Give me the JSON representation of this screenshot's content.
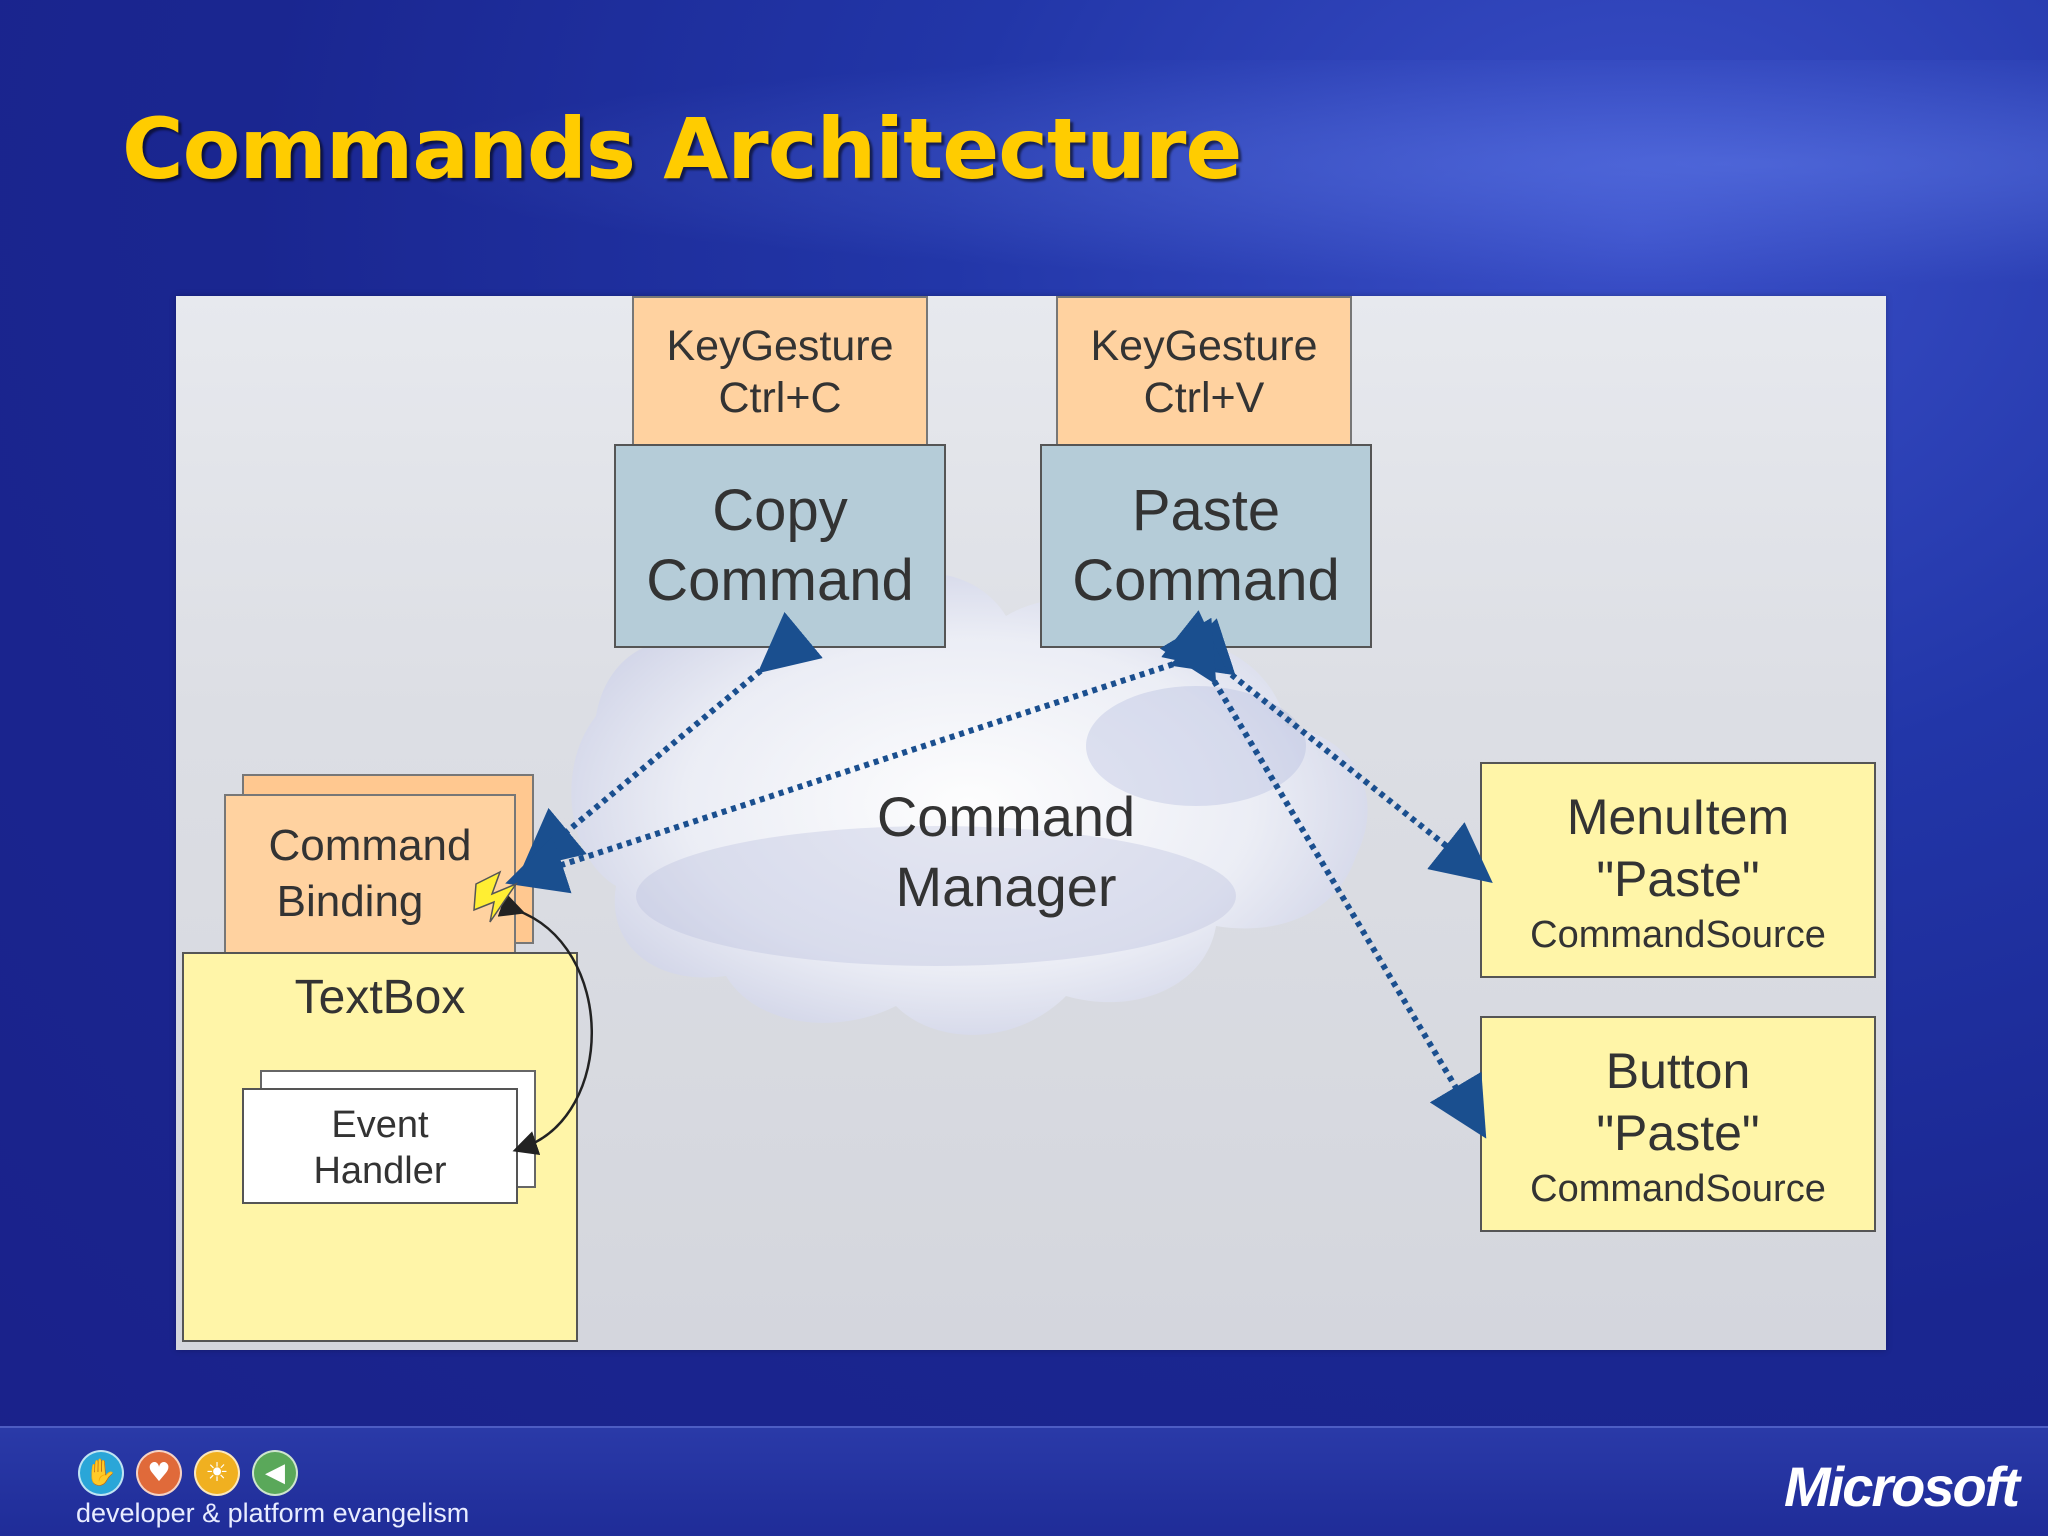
{
  "slide": {
    "title": "Commands Architecture"
  },
  "diagram": {
    "key_copy": {
      "line1": "KeyGesture",
      "line2": "Ctrl+C"
    },
    "key_paste": {
      "line1": "KeyGesture",
      "line2": "Ctrl+V"
    },
    "copy_command": {
      "line1": "Copy",
      "line2": "Command"
    },
    "paste_command": {
      "line1": "Paste",
      "line2": "Command"
    },
    "command_manager": {
      "line1": "Command",
      "line2": "Manager"
    },
    "command_binding": {
      "line1": "Command",
      "line2": "Binding"
    },
    "textbox": "TextBox",
    "event_handler": {
      "line1": "Event",
      "line2": "Handler"
    },
    "menuitem_source": {
      "line1": "MenuItem",
      "line2": "\"Paste\"",
      "line3": "CommandSource"
    },
    "button_source": {
      "line1": "Button",
      "line2": "\"Paste\"",
      "line3": "CommandSource"
    }
  },
  "footer": {
    "tagline": "developer & platform evangelism",
    "brand": "Microsoft",
    "icons": [
      "hand-icon",
      "heart-icon",
      "lightbulb-icon",
      "megaphone-icon"
    ]
  },
  "colors": {
    "title": "#ffcc00",
    "keygesture_fill": "#ffd2a0",
    "command_fill": "#b5ccd8",
    "source_fill": "#fff5a8",
    "arrow": "#1a4f8f"
  }
}
